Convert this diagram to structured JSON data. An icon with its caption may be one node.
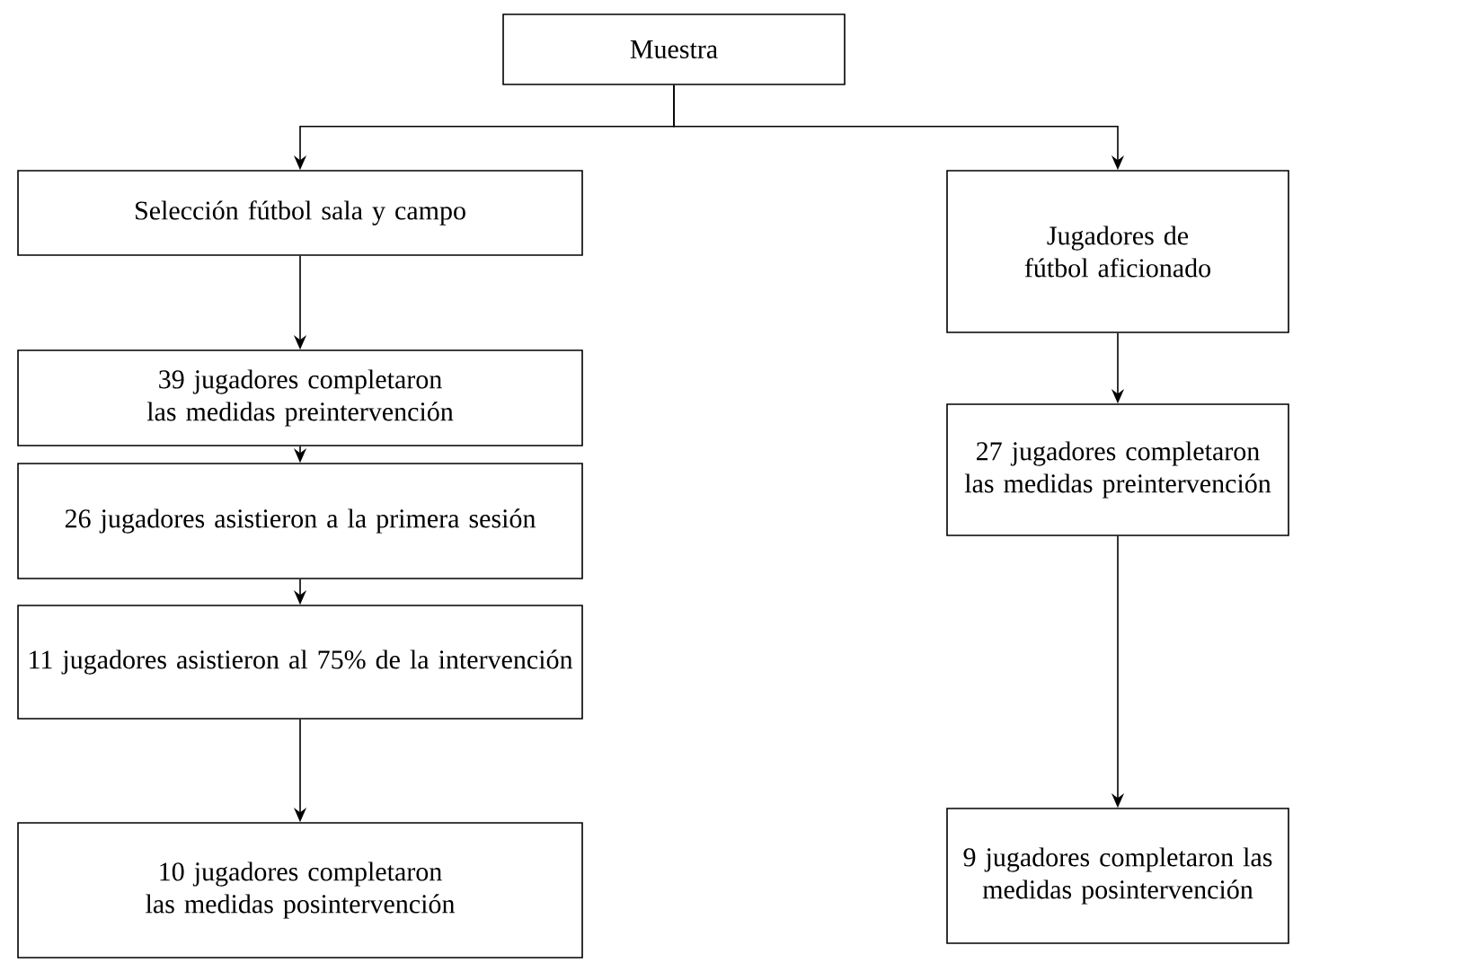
{
  "diagram": {
    "nodes": [
      {
        "text": [
          "Muestra"
        ]
      },
      {
        "text": [
          "Selección fútbol sala y campo"
        ]
      },
      {
        "text": [
          "39 jugadores completaron las medidas preintervención"
        ]
      },
      {
        "text": [
          "26 jugadores asistieron a la primera sesión"
        ]
      },
      {
        "text": [
          "11 jugadores asistieron al 75% de la intervención"
        ]
      },
      {
        "text": [
          "10 jugadores completaron las medidas posintervención"
        ]
      },
      {
        "text": [
          "Jugadores de fútbol aficionado"
        ]
      },
      {
        "text": [
          "27 jugadores completaron las medidas preintervención"
        ]
      },
      {
        "text": [
          "9 jugadores completaron las medidas posintervención"
        ]
      }
    ],
    "edges": [
      {
        "from": 0,
        "to": 1,
        "arrow": "to"
      },
      {
        "from": 0,
        "to": 6,
        "arrow": "to"
      },
      {
        "from": 1,
        "to": 2,
        "arrow": "to"
      },
      {
        "from": 2,
        "to": 3,
        "arrow": "to"
      },
      {
        "from": 3,
        "to": 4,
        "arrow": "to"
      },
      {
        "from": 4,
        "to": 5,
        "arrow": "to"
      },
      {
        "from": 6,
        "to": 7,
        "arrow": "to"
      },
      {
        "from": 7,
        "to": 8,
        "arrow": "to"
      }
    ]
  }
}
